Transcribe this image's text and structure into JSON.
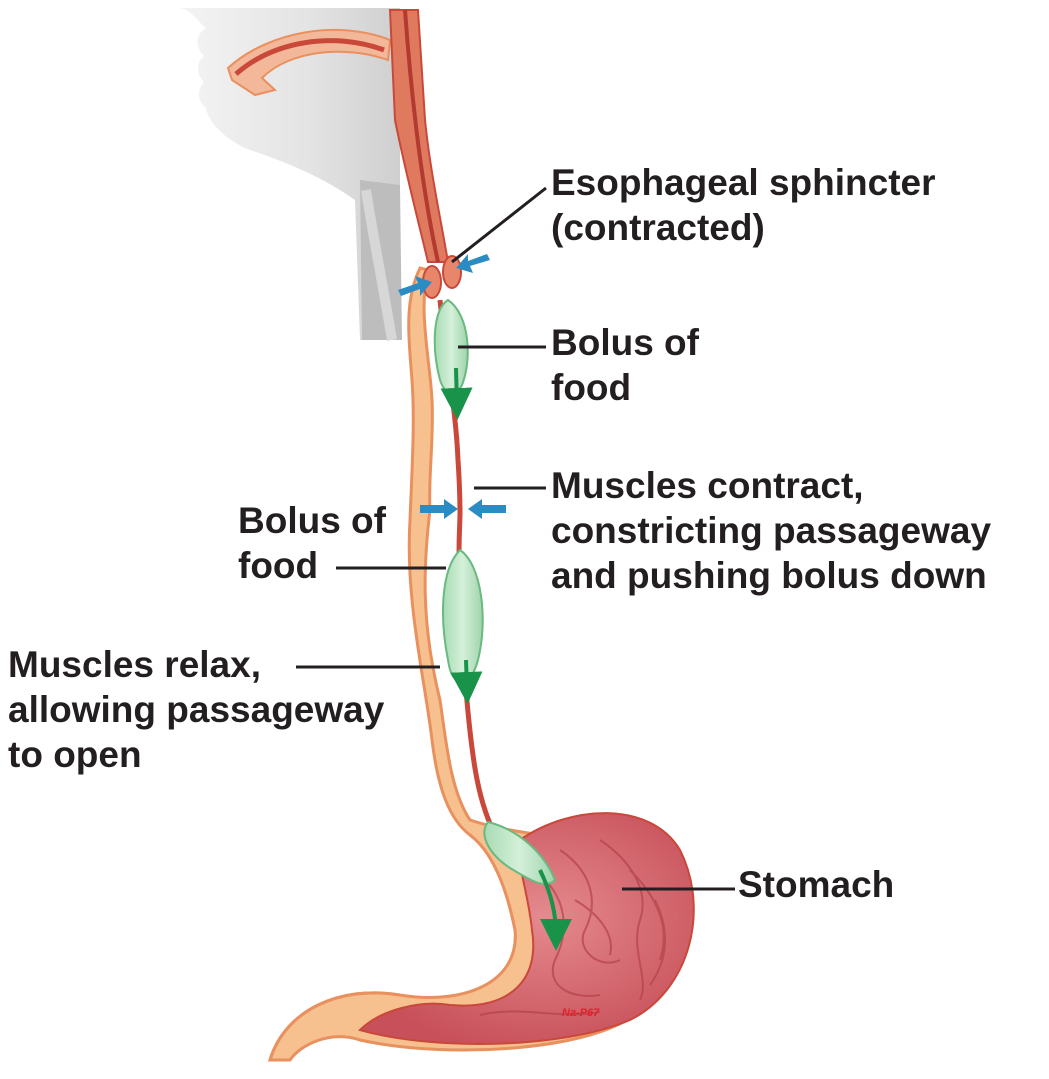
{
  "labels": {
    "sphincter": "Esophageal sphincter\n(contracted)",
    "bolus_top": "Bolus of\nfood",
    "contract": "Muscles contract,\nconstricting passageway\nand pushing bolus down",
    "bolus_mid": "Bolus of\nfood",
    "relax": "Muscles relax,\nallowing passageway\nto open",
    "stomach": "Stomach"
  },
  "watermark": "Na-P67",
  "colors": {
    "label_text": "#231f20",
    "leader_line": "#231f20",
    "head_skin": "#e6e6e6",
    "head_shadow": "#bdbdbd",
    "esophagus_wall": "#f7c08f",
    "esophagus_wall_edge": "#e9905f",
    "lumen": "#c9483a",
    "bolus_fill": "#bfe6c6",
    "bolus_edge": "#69b980",
    "motion_arrow": "#19924a",
    "pressure_arrow": "#2b8cc4",
    "stomach_lining": "#d96c73",
    "watermark": "#e0202a"
  },
  "icons": {
    "pressure_arrow": "pressure-arrow-icon",
    "motion_arrow": "downward-arrow-icon"
  }
}
